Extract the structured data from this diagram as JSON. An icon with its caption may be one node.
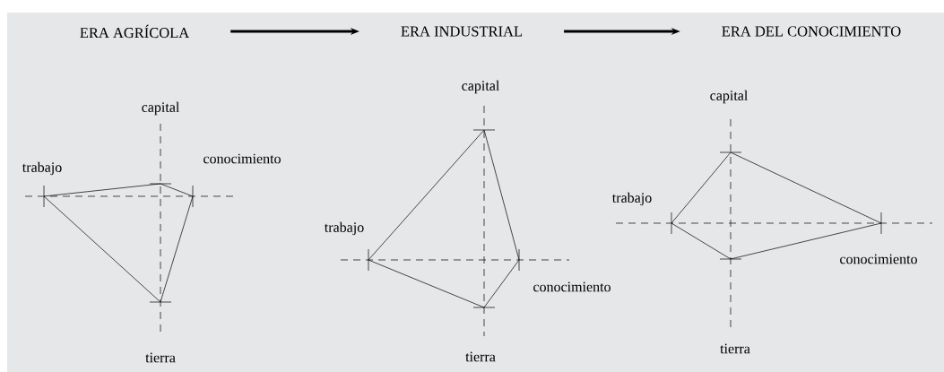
{
  "diagram": {
    "nodes": [
      {
        "text": [
          "ERA AGRÍCOLA"
        ]
      },
      {
        "text": [
          "ERA INDUSTRIAL"
        ]
      },
      {
        "text": [
          "ERA DEL CONOCIMIENTO"
        ]
      }
    ],
    "edges": [
      {
        "from": 0,
        "to": 1,
        "arrow": "to"
      },
      {
        "from": 1,
        "to": 2,
        "arrow": "to"
      }
    ],
    "labels": [
      "capital",
      "trabajo",
      "conocimiento",
      "tierra",
      "capital",
      "trabajo",
      "conocimiento",
      "tierra",
      "capital",
      "trabajo",
      "conocimiento",
      "tierra"
    ]
  }
}
